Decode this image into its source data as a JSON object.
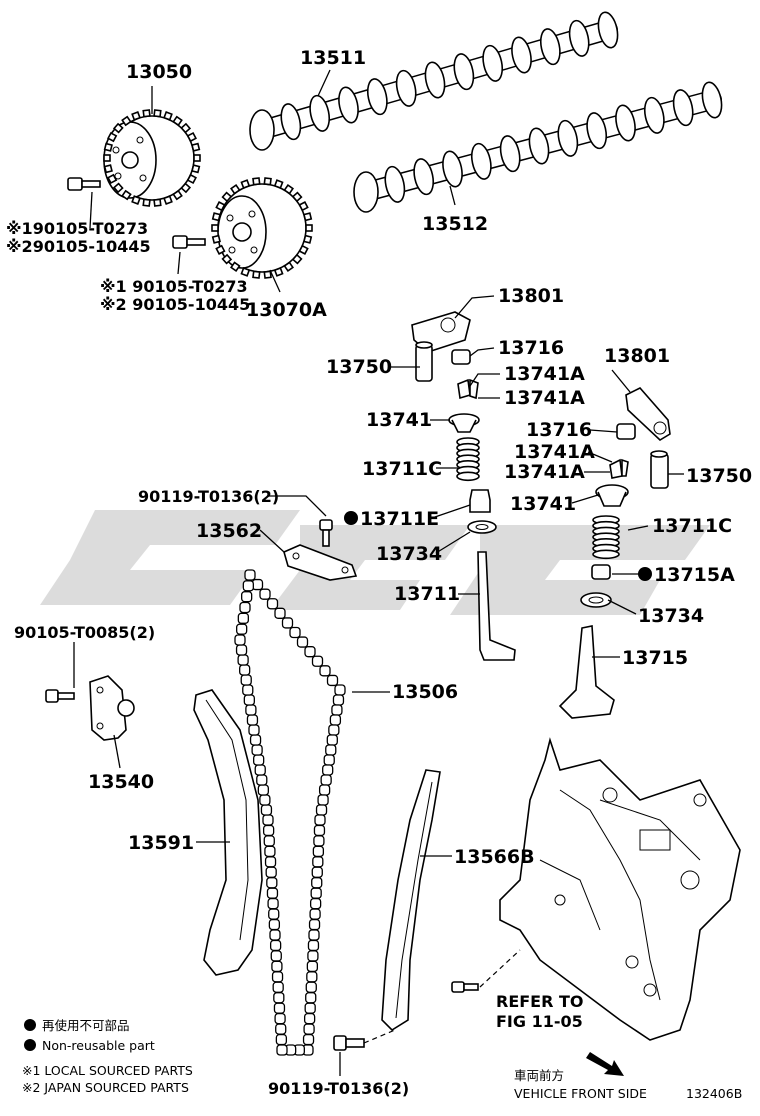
{
  "parts": {
    "p13050": "13050",
    "p13511": "13511",
    "p13512": "13512",
    "p13070a": "13070A",
    "bolt1_l1": "※190105-T0273",
    "bolt1_l2": "※290105-10445",
    "bolt2_l1": "※1 90105-T0273",
    "bolt2_l2": "※2 90105-10445",
    "p13801a": "13801",
    "p13716a": "13716",
    "p13750a": "13750",
    "p13741a_1": "13741A",
    "p13741a_2": "13741A",
    "p13741": "13741",
    "p13801b": "13801",
    "p13716b": "13716",
    "p13741a_3": "13741A",
    "p13711c_a": "13711C",
    "p13741a_4": "13741A",
    "p13750b": "13750",
    "p90119_top": "90119-T0136(2)",
    "p13741b": "13741",
    "p13711e": "13711E",
    "p13711c_b": "13711C",
    "p13562": "13562",
    "p13734a": "13734",
    "p13715a": "13715A",
    "p13711": "13711",
    "p13734b": "13734",
    "p90105_t0085": "90105-T0085(2)",
    "p13715": "13715",
    "p13506": "13506",
    "p13540": "13540",
    "p13591": "13591",
    "p13566b": "13566B",
    "refer_l1": "REFER TO",
    "refer_l2": "FIG 11-05",
    "p90119_bottom": "90119-T0136(2)"
  },
  "legend": {
    "nonreusable_jp": "再使用不可部品",
    "nonreusable_en": "Non-reusable part",
    "local": "※1 LOCAL SOURCED PARTS",
    "japan": "※2 JAPAN SOURCED PARTS"
  },
  "front": {
    "jp": "車両前方",
    "en": "VEHICLE FRONT SIDE"
  },
  "figure_id": "132406B"
}
